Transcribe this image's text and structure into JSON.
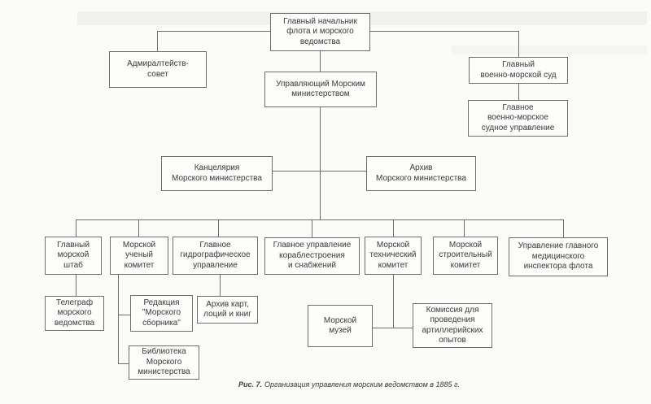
{
  "colors": {
    "page_background": "#fbfbfa",
    "box_background": "#fdfdfc",
    "box_border": "#6e6e6e",
    "connector_line": "#6f6f6f",
    "text": "#4c4c4c"
  },
  "diagram": {
    "caption": {
      "label": "Рис. 7.",
      "text": "Организация управления морским ведомством в 1885 г."
    },
    "nodes": {
      "chief": {
        "label": "Главный начальник\nфлота и морского\nведомства"
      },
      "admiralty_council": {
        "label": "Адмиралтейств-\nсовет"
      },
      "naval_court": {
        "label": "Главный\nвоенно-морской суд"
      },
      "naval_court_directorate": {
        "label": "Главное\nвоенно-морское\nсудное управление"
      },
      "minister": {
        "label": "Управляющий Морским\nминистерством"
      },
      "chancery": {
        "label": "Канцелярия\nМорского министерства"
      },
      "ministry_archive": {
        "label": "Архив\nМорского министерства"
      },
      "main_naval_staff": {
        "label": "Главный\nморской\nштаб"
      },
      "scientific_committee": {
        "label": "Морской\nученый\nкомитет"
      },
      "hydrographic_directorate": {
        "label": "Главное\nгидрографическое\nуправление"
      },
      "shipbuilding_directorate": {
        "label": "Главное управление\nкораблестроения\nи снабжений"
      },
      "technical_committee": {
        "label": "Морской\nтехнический\nкомитет"
      },
      "construction_committee": {
        "label": "Морской\nстроительный\nкомитет"
      },
      "medical_inspector_directorate": {
        "label": "Управление главного\nмедицинского\nинспектора флота"
      },
      "telegraph": {
        "label": "Телеграф\nморского\nведомства"
      },
      "morskoy_sbornik_redaction": {
        "label": "Редакция\n\"Морского\nсборника\""
      },
      "map_archive": {
        "label": "Архив карт,\nлоций и книг"
      },
      "ministry_library": {
        "label": "Библиотека\nМорского\nминистерства"
      },
      "naval_museum": {
        "label": "Морской\nмузей"
      },
      "artillery_commission": {
        "label": "Комиссия для\nпроведения\nартиллерийских\nопытов"
      }
    },
    "edges": [
      {
        "from": "chief",
        "to": "admiralty_council"
      },
      {
        "from": "chief",
        "to": "naval_court"
      },
      {
        "from": "chief",
        "to": "minister"
      },
      {
        "from": "naval_court",
        "to": "naval_court_directorate"
      },
      {
        "from": "minister",
        "to": "chancery"
      },
      {
        "from": "minister",
        "to": "ministry_archive"
      },
      {
        "from": "minister",
        "to": "main_naval_staff"
      },
      {
        "from": "minister",
        "to": "scientific_committee"
      },
      {
        "from": "minister",
        "to": "hydrographic_directorate"
      },
      {
        "from": "minister",
        "to": "shipbuilding_directorate"
      },
      {
        "from": "minister",
        "to": "technical_committee"
      },
      {
        "from": "minister",
        "to": "construction_committee"
      },
      {
        "from": "minister",
        "to": "medical_inspector_directorate"
      },
      {
        "from": "main_naval_staff",
        "to": "telegraph"
      },
      {
        "from": "scientific_committee",
        "to": "morskoy_sbornik_redaction"
      },
      {
        "from": "scientific_committee",
        "to": "ministry_library"
      },
      {
        "from": "hydrographic_directorate",
        "to": "map_archive"
      },
      {
        "from": "technical_committee",
        "to": "naval_museum"
      },
      {
        "from": "technical_committee",
        "to": "artillery_commission"
      }
    ]
  }
}
